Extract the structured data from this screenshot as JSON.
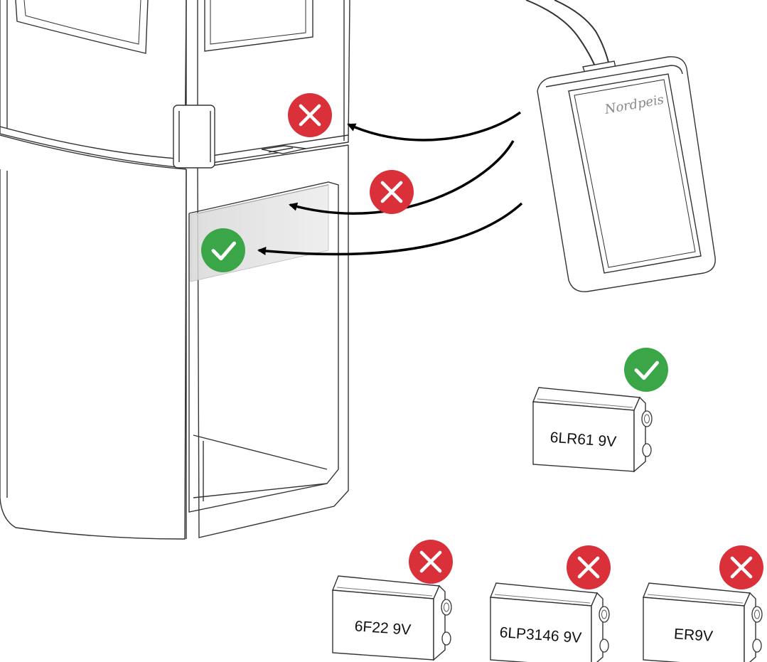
{
  "brand": "Nordpeis",
  "placement": {
    "options": [
      {
        "status": "incorrect"
      },
      {
        "status": "incorrect"
      },
      {
        "status": "correct"
      }
    ]
  },
  "batteries": [
    {
      "label": "6LR61 9V",
      "status": "correct"
    },
    {
      "label": "6F22 9V",
      "status": "incorrect"
    },
    {
      "label": "6LP3146 9V",
      "status": "incorrect"
    },
    {
      "label": "ER9V",
      "status": "incorrect"
    }
  ],
  "colors": {
    "correct": "#3aa648",
    "incorrect": "#d9303a",
    "line": "#333333"
  },
  "icons": {
    "correct": "check-circle-icon",
    "incorrect": "cross-circle-icon"
  }
}
